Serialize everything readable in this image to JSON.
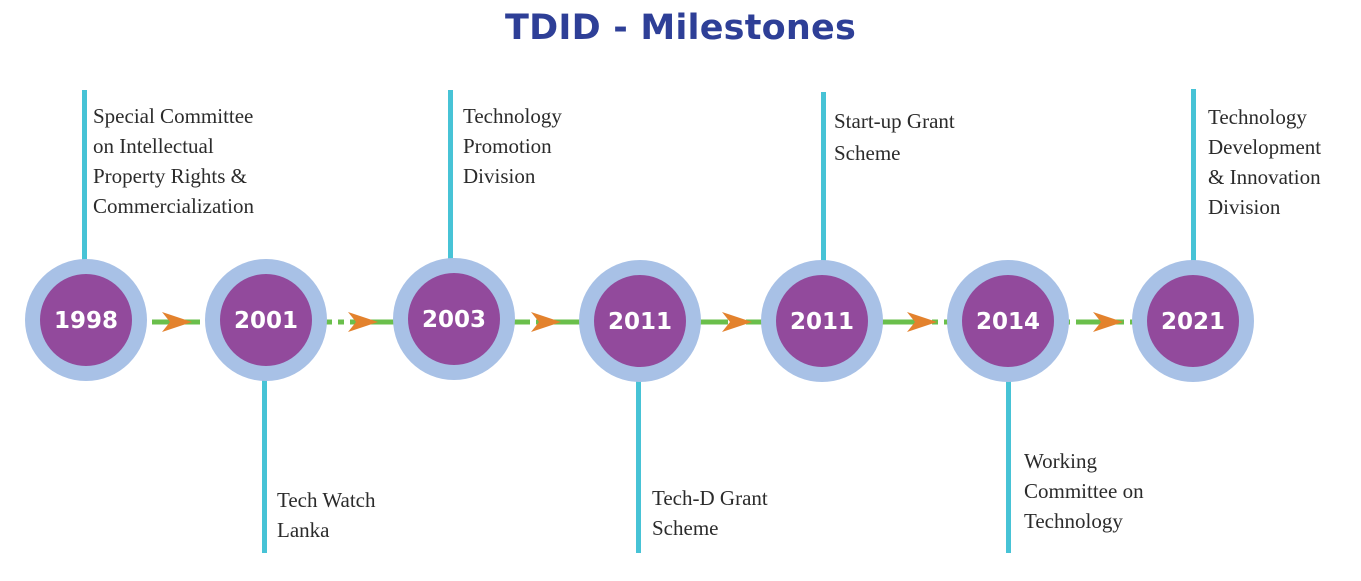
{
  "title": "TDID - Milestones",
  "colors": {
    "title": "#2e3f97",
    "outer_ring": "#a8c1e6",
    "inner_circle": "#924a9c",
    "connector_line": "#6abf4b",
    "arrow": "#e3822d",
    "stem": "#47c3d6"
  },
  "milestones": [
    {
      "year": "1998",
      "lines": [
        "Special Committee",
        "on Intellectual",
        "Property Rights &",
        "Commercialization"
      ]
    },
    {
      "year": "2001",
      "lines": [
        "Tech Watch",
        "Lanka"
      ]
    },
    {
      "year": "2003",
      "lines": [
        "Technology",
        "Promotion",
        "Division"
      ]
    },
    {
      "year": "2011",
      "lines": [
        "Tech-D Grant",
        "Scheme"
      ]
    },
    {
      "year": "2011",
      "lines": [
        "Start-up Grant",
        "Scheme"
      ]
    },
    {
      "year": "2014",
      "lines": [
        "Working",
        "Committee on",
        "Technology"
      ]
    },
    {
      "year": "2021",
      "lines": [
        "Technology",
        "Development",
        "& Innovation",
        "Division"
      ]
    }
  ]
}
